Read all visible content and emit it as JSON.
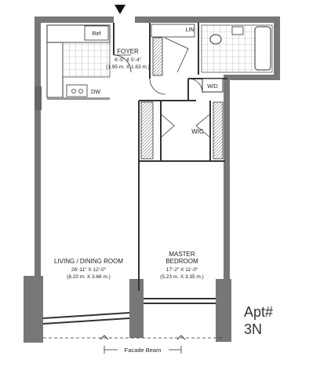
{
  "rooms": {
    "foyer": {
      "name": "FOYER",
      "dims_ft": "6'-5\" X 5'-4\"",
      "dims_m": "(1.95 m. X 1.63 m.)"
    },
    "living": {
      "name": "LIVING / DINING ROOM",
      "dims_ft": "26'-11\" X 12'-0\"",
      "dims_m": "(8.20 m. X 3.66 m.)"
    },
    "bedroom": {
      "name_line1": "MASTER",
      "name_line2": "BEDROOM",
      "dims_ft": "17'-2\" X 11'-0\"",
      "dims_m": "(5.23 m. X 3.35 m.)"
    }
  },
  "fixtures": {
    "ref": "Ref",
    "dw": "DW",
    "linen": "LIN",
    "washer_dryer": "W/D",
    "wic": "WIC"
  },
  "facade_label": "Facade Beam",
  "apartment": {
    "line1": "Apt#",
    "line2": "3N"
  },
  "colors": {
    "wall": "#6e6e6e",
    "line": "#333333",
    "background": "#ffffff"
  }
}
